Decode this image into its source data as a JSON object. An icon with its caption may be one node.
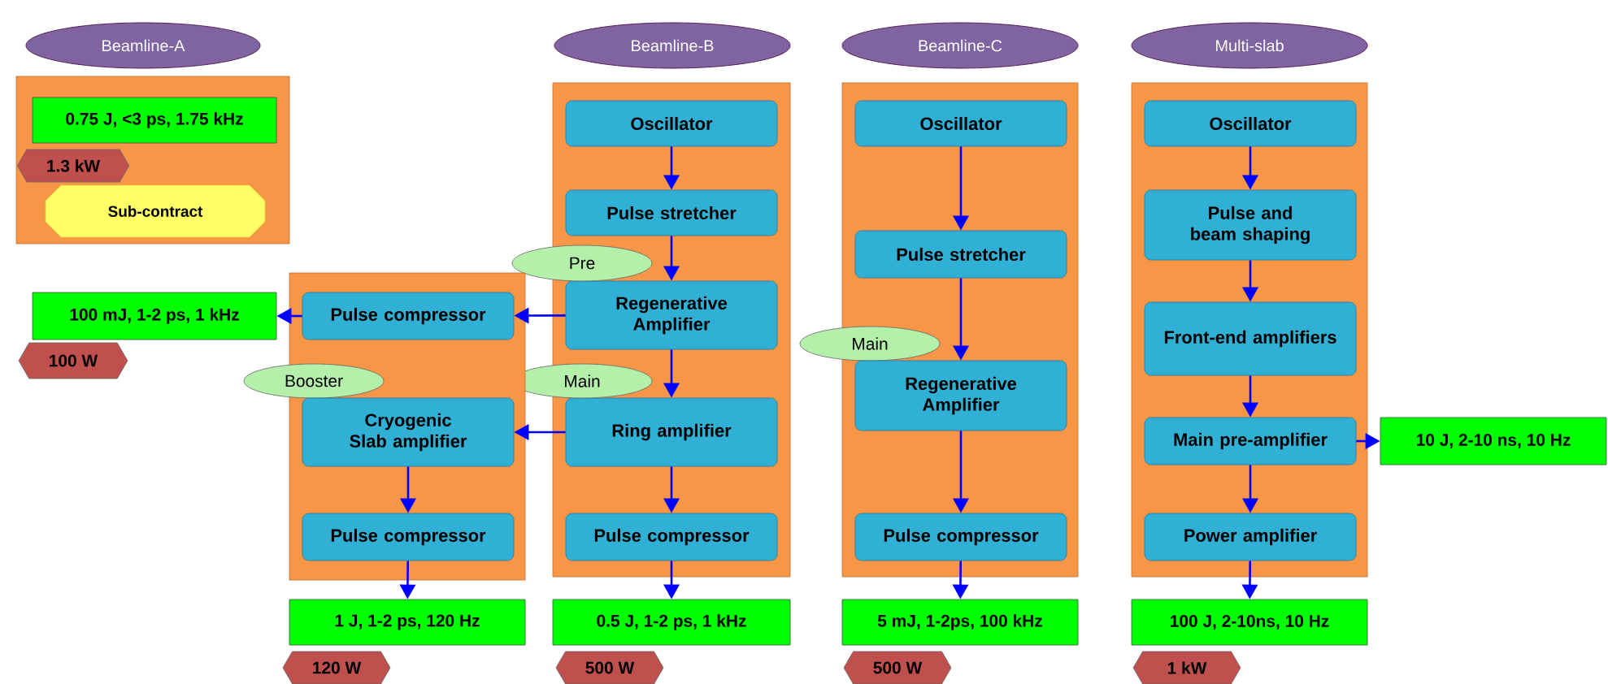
{
  "diagram": {
    "nodes": [
      {
        "text": [
          "Beamline-A"
        ]
      },
      {
        "text": [],
        "shape": "box"
      },
      {
        "text": [
          "0.75 J, <3 ps, 1.75 kHz"
        ],
        "in": 1
      },
      {
        "text": [
          "1.3 kW"
        ],
        "in": 1
      },
      {
        "text": [
          "Sub-contract"
        ],
        "in": 1
      },
      {
        "text": [
          "Beamline-B"
        ]
      },
      {
        "text": [],
        "shape": "box"
      },
      {
        "text": [
          "Oscillator"
        ],
        "in": 6
      },
      {
        "text": [
          "Pulse stretcher"
        ],
        "in": 6
      },
      {
        "text": [
          "Regenerative Amplifier"
        ],
        "in": 6
      },
      {
        "text": [
          "Ring amplifier"
        ],
        "in": 6
      },
      {
        "text": [
          "Pulse compressor"
        ],
        "in": 6
      },
      {
        "text": [
          "Pre"
        ]
      },
      {
        "text": [
          "Main"
        ]
      },
      {
        "text": [],
        "shape": "box"
      },
      {
        "text": [
          "Pulse compressor"
        ],
        "in": 14
      },
      {
        "text": [
          "Booster"
        ]
      },
      {
        "text": [
          "Cryogenic Slab amplifier"
        ],
        "in": 14
      },
      {
        "text": [
          "Pulse compressor"
        ],
        "in": 14
      },
      {
        "text": [
          "100 mJ, 1-2 ps, 1 kHz"
        ]
      },
      {
        "text": [
          "100 W"
        ]
      },
      {
        "text": [
          "1 J, 1-2 ps, 120 Hz"
        ]
      },
      {
        "text": [
          "120 W"
        ]
      },
      {
        "text": [
          "0.5 J, 1-2 ps, 1 kHz"
        ]
      },
      {
        "text": [
          "500 W"
        ]
      },
      {
        "text": [
          "Beamline-C"
        ]
      },
      {
        "text": [],
        "shape": "box"
      },
      {
        "text": [
          "Oscillator"
        ],
        "in": 26
      },
      {
        "text": [
          "Pulse stretcher"
        ],
        "in": 26
      },
      {
        "text": [
          "Main"
        ]
      },
      {
        "text": [
          "Regenerative Amplifier"
        ],
        "in": 26
      },
      {
        "text": [
          "Pulse compressor"
        ],
        "in": 26
      },
      {
        "text": [
          "5 mJ, 1-2ps, 100 kHz"
        ]
      },
      {
        "text": [
          "500 W"
        ]
      },
      {
        "text": [
          "Multi-slab"
        ]
      },
      {
        "text": [],
        "shape": "box"
      },
      {
        "text": [
          "Oscillator"
        ],
        "in": 35
      },
      {
        "text": [
          "Pulse and beam shaping"
        ],
        "in": 35
      },
      {
        "text": [
          "Front-end amplifiers"
        ],
        "in": 35
      },
      {
        "text": [
          "Main pre-amplifier"
        ],
        "in": 35
      },
      {
        "text": [
          "Power amplifier"
        ],
        "in": 35
      },
      {
        "text": [
          "10 J, 2-10 ns, 10 Hz"
        ]
      },
      {
        "text": [
          "100 J, 2-10ns, 10 Hz"
        ]
      },
      {
        "text": [
          "1 kW"
        ]
      }
    ],
    "edges": [
      {
        "from": 7,
        "to": 8,
        "arrow": "to"
      },
      {
        "from": 8,
        "to": 9,
        "arrow": "to"
      },
      {
        "from": 9,
        "to": 15,
        "arrow": "to"
      },
      {
        "from": 15,
        "to": 19,
        "arrow": "to"
      },
      {
        "from": 9,
        "to": 10,
        "arrow": "to"
      },
      {
        "from": 10,
        "to": 17,
        "arrow": "to"
      },
      {
        "from": 17,
        "to": 18,
        "arrow": "to"
      },
      {
        "from": 18,
        "to": 21,
        "arrow": "to"
      },
      {
        "from": 10,
        "to": 11,
        "arrow": "to"
      },
      {
        "from": 11,
        "to": 23,
        "arrow": "to"
      },
      {
        "from": 27,
        "to": 28,
        "arrow": "to"
      },
      {
        "from": 28,
        "to": 30,
        "arrow": "to"
      },
      {
        "from": 30,
        "to": 31,
        "arrow": "to"
      },
      {
        "from": 31,
        "to": 32,
        "arrow": "to"
      },
      {
        "from": 36,
        "to": 37,
        "arrow": "to"
      },
      {
        "from": 37,
        "to": 38,
        "arrow": "to"
      },
      {
        "from": 38,
        "to": 39,
        "arrow": "to"
      },
      {
        "from": 39,
        "to": 41,
        "arrow": "to"
      },
      {
        "from": 39,
        "to": 40,
        "arrow": "to"
      },
      {
        "from": 40,
        "to": 42,
        "arrow": "to"
      }
    ]
  }
}
